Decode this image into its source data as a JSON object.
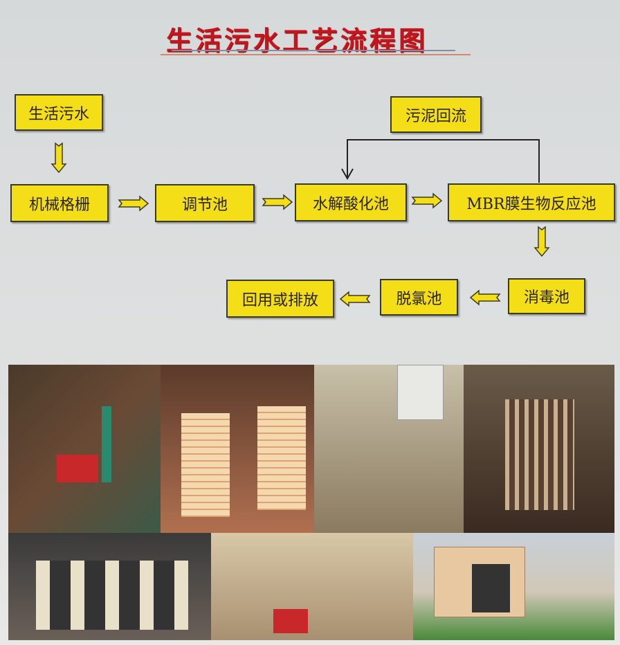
{
  "title": "生活污水工艺流程图",
  "nodes": {
    "sewage": "生活污水",
    "screen": "机械格栅",
    "equalization": "调节池",
    "hydrolysis": "水解酸化池",
    "mbr": "MBR膜生物反应池",
    "sludge_return": "污泥回流",
    "disinfection": "消毒池",
    "dechlorination": "脱氯池",
    "reuse": "回用或排放"
  },
  "colors": {
    "box": "#f3de18",
    "title": "#c8141c"
  }
}
